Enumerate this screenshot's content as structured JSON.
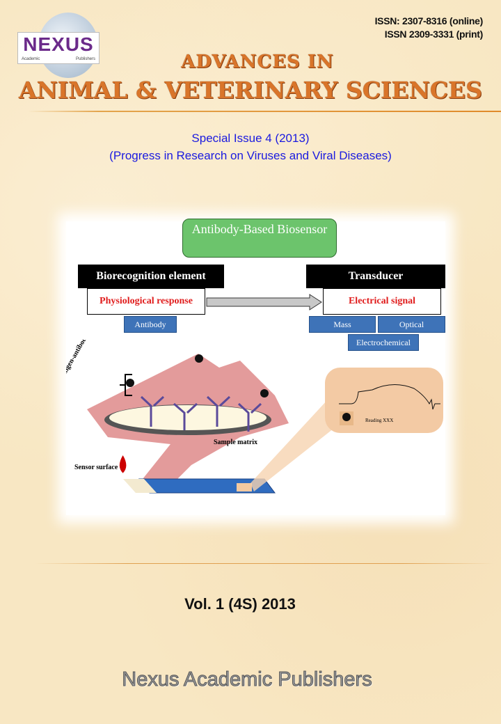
{
  "logo": {
    "text": "NEXUS",
    "sub_left": "Academic",
    "sub_right": "Publishers"
  },
  "issn": {
    "online": "ISSN: 2307-8316 (online)",
    "print": "ISSN 2309-3331  (print)"
  },
  "journal": {
    "line1": "ADVANCES IN",
    "line2": "ANIMAL & VETERINARY SCIENCES"
  },
  "issue": {
    "special": "Special Issue 4 (2013)",
    "theme": "(Progress in Research on Viruses and Viral Diseases)"
  },
  "figure": {
    "title": "Antibody-Based Biosensor",
    "biorecognition": "Biorecognition  element",
    "transducer": "Transducer",
    "physiological": "Physiological response",
    "electrical": "Electrical signal",
    "antibody": "Antibody",
    "mass": "Mass",
    "optical": "Optical",
    "electrochemical": "Electrochemical",
    "antigen_reaction": "Antigen-antibody reaction",
    "sample_matrix": "Sample matrix",
    "sensor_surface": "Sensor surface",
    "reading": "Reading XXX"
  },
  "volume": "Vol. 1 (4S) 2013",
  "publisher": "Nexus Academic Publishers",
  "colors": {
    "title": "#d9752a",
    "blue_text": "#1a1ae0",
    "rule": "#e08a2a"
  }
}
